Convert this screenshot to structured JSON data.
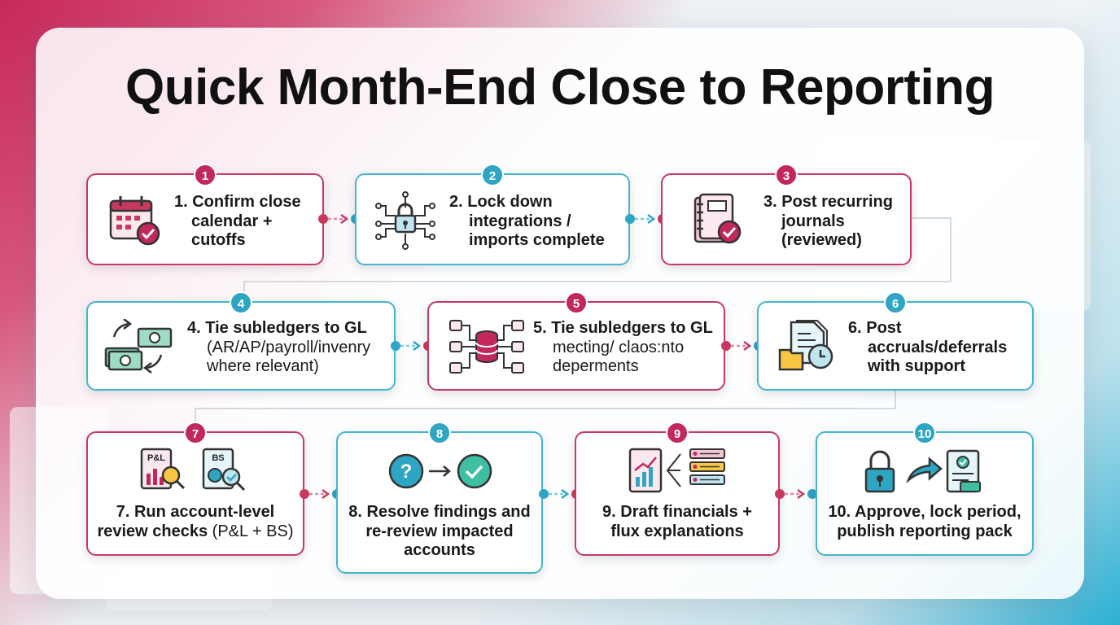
{
  "title": "Quick Month-End Close to Reporting",
  "colors": {
    "pink": "#c2285a",
    "teal": "#2ea5c2"
  },
  "steps": [
    {
      "num": "1",
      "lines": [
        "1. Confirm close",
        "calendar +",
        "cutoffs"
      ],
      "icon": "calendar-check-icon"
    },
    {
      "num": "2",
      "lines": [
        "2. Lock down",
        "integrations /",
        "imports complete"
      ],
      "icon": "lock-network-icon"
    },
    {
      "num": "3",
      "lines": [
        "3. Post recurring",
        "journals",
        "(reviewed)"
      ],
      "icon": "journal-book-icon"
    },
    {
      "num": "4",
      "line1": "4. Tie subledgers to GL",
      "line2": "(AR/AP/payroll/invenry",
      "line3": "where relevant)",
      "icon": "cash-exchange-icon"
    },
    {
      "num": "5",
      "line1": "5. Tie subledgers to GL",
      "line2": "mecting/ claos:nto",
      "line3": "deperments",
      "icon": "database-flow-icon"
    },
    {
      "num": "6",
      "lines": [
        "6. Post",
        "accruals/deferrals",
        "with support"
      ],
      "icon": "document-clock-icon"
    },
    {
      "num": "7",
      "line1": "7. Run account-level",
      "line2a": "review checks ",
      "line2b": "(P&L + BS)",
      "icon": "pl-bs-review-icon",
      "icon_text_a": "P&L",
      "icon_text_b": "BS"
    },
    {
      "num": "8",
      "lines": [
        "8. Resolve findings and",
        "re-review impacted",
        "accounts"
      ],
      "icon": "question-to-check-icon"
    },
    {
      "num": "9",
      "lines": [
        "9. Draft financials +",
        "flux explanations"
      ],
      "icon": "report-chart-icon"
    },
    {
      "num": "10",
      "lines": [
        "10. Approve, lock period,",
        "publish reporting pack"
      ],
      "icon": "lock-publish-icon"
    }
  ]
}
